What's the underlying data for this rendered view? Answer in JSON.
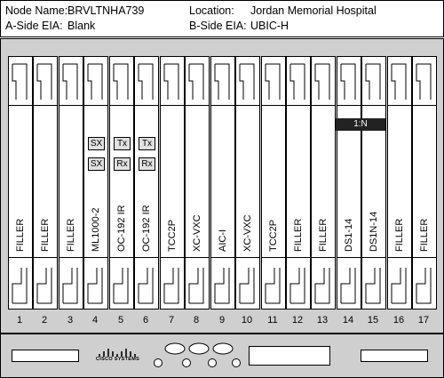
{
  "header": {
    "node_name_label": "Node Name:",
    "node_name": "BRVLTNHA739",
    "location_label": "Location:",
    "location": "Jordan Memorial Hospital",
    "a_side_label": "A-Side EIA:",
    "a_side": "Blank",
    "b_side_label": "B-Side EIA:",
    "b_side": "UBIC-H"
  },
  "slots": [
    {
      "num": "1",
      "label": "FILLER"
    },
    {
      "num": "2",
      "label": "FILLER"
    },
    {
      "num": "3",
      "label": "FILLER"
    },
    {
      "num": "4",
      "label": "ML1000-2",
      "tags": [
        "SX",
        "SX"
      ]
    },
    {
      "num": "5",
      "label": "OC-192 IR",
      "tags": [
        "Tx",
        "Rx"
      ]
    },
    {
      "num": "6",
      "label": "OC-192 IR",
      "tags": [
        "Tx",
        "Rx"
      ]
    },
    {
      "num": "7",
      "label": "TCC2P"
    },
    {
      "num": "8",
      "label": "XC-VXC"
    },
    {
      "num": "9",
      "label": "AIC-I"
    },
    {
      "num": "10",
      "label": "XC-VXC"
    },
    {
      "num": "11",
      "label": "TCC2P"
    },
    {
      "num": "12",
      "label": "FILLER"
    },
    {
      "num": "13",
      "label": "FILLER"
    },
    {
      "num": "14",
      "label": "DS1-14"
    },
    {
      "num": "15",
      "label": "DS1N-14"
    },
    {
      "num": "16",
      "label": "FILLER"
    },
    {
      "num": "17",
      "label": "FILLER"
    }
  ],
  "protection_label": "1:N",
  "fan_tray": {
    "logo_text": "CISCO SYSTEMS",
    "logo_icon": "cisco-bridge-logo-icon"
  }
}
